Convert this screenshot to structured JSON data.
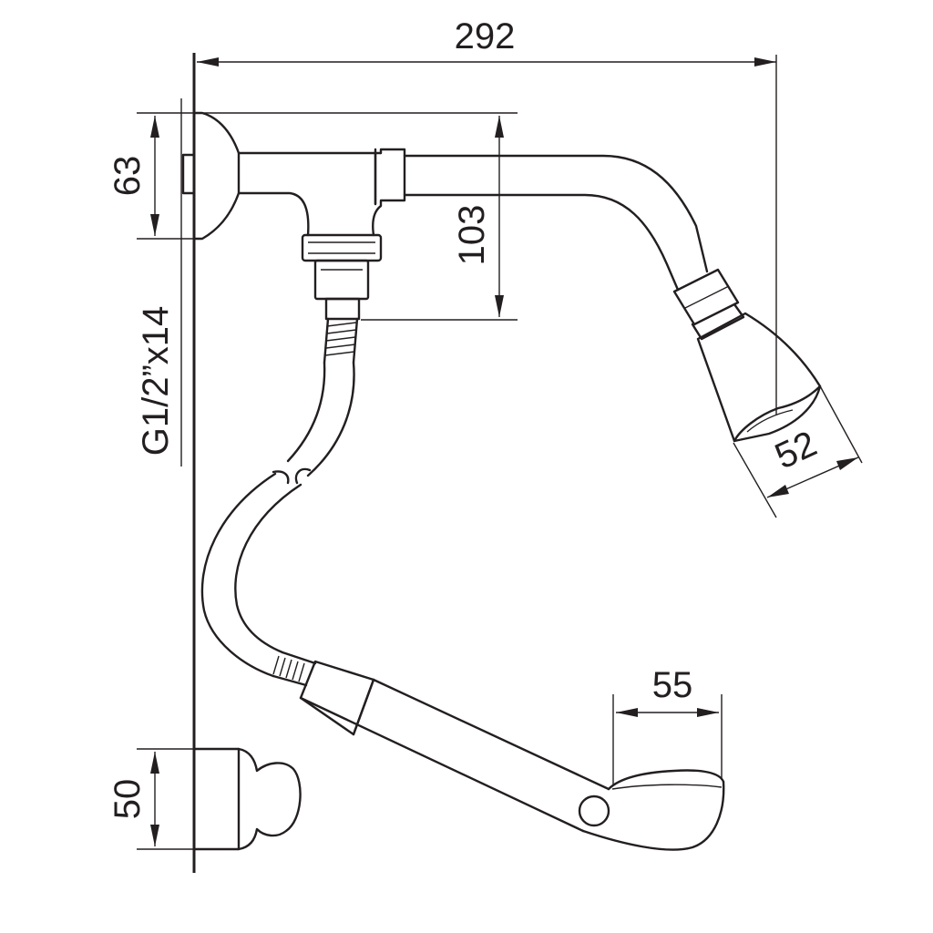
{
  "dimensions": {
    "total_width": "292",
    "mount_height": "63",
    "hose_drop": "103",
    "thread": "G1/2”x14",
    "head_diameter": "52",
    "handle_width": "55",
    "holder_height": "50"
  }
}
